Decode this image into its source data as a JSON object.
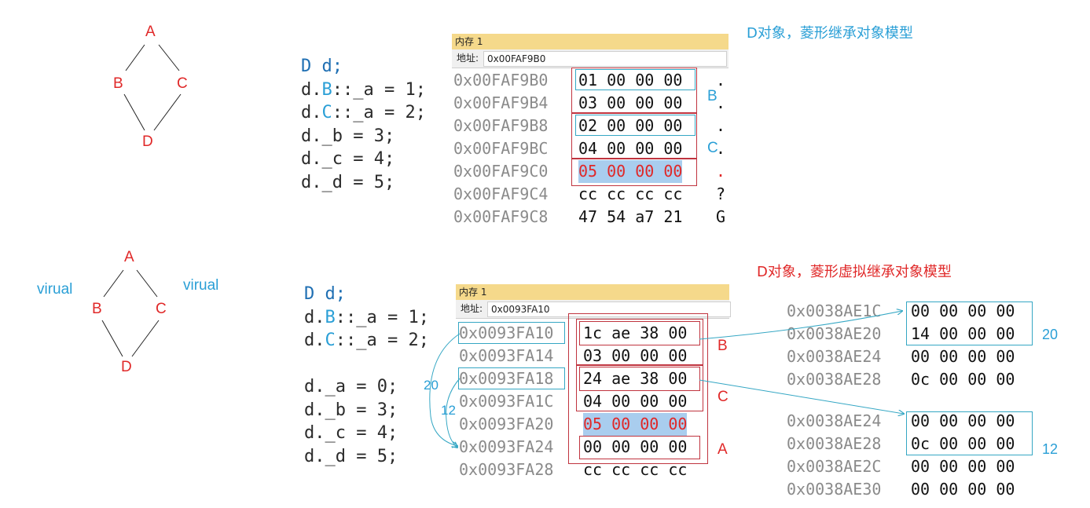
{
  "diagram_top": {
    "a": "A",
    "b": "B",
    "c": "C",
    "d": "D"
  },
  "diagram_bottom": {
    "a": "A",
    "b": "B",
    "c": "C",
    "d": "D",
    "virtual_left": "virual",
    "virtual_right": "virual"
  },
  "code_top": [
    {
      "pre": "D d;",
      "cls": ""
    },
    {
      "pre": "d.",
      "cls": "B",
      "post": "::_a = 1;"
    },
    {
      "pre": "d.",
      "cls": "C",
      "post": "::_a = 2;"
    },
    {
      "pre": "d._b = 3;",
      "cls": ""
    },
    {
      "pre": "d._c = 4;",
      "cls": ""
    },
    {
      "pre": "d._d = 5;",
      "cls": ""
    }
  ],
  "code_bottom": {
    "l1": "D d;",
    "l2_pre": "d.",
    "l2_cls": "B",
    "l2_post": "::_a = 1;",
    "l3_pre": "d.",
    "l3_cls": "C",
    "l3_post": "::_a = 2;",
    "l4": "d._a = 0;",
    "l5": "d._b = 3;",
    "l6": "d._c = 4;",
    "l7": "d._d = 5;"
  },
  "heading_top": "D对象，菱形继承对象模型",
  "heading_bottom": "D对象，菱形虚拟继承对象模型",
  "mem_top": {
    "title": "内存 1",
    "addr_label": "地址:",
    "addr_value": "0x00FAF9B0",
    "rows": [
      {
        "addr": "0x00FAF9B0",
        "bytes": "01 00 00 00",
        "ch": "."
      },
      {
        "addr": "0x00FAF9B4",
        "bytes": "03 00 00 00",
        "ch": "."
      },
      {
        "addr": "0x00FAF9B8",
        "bytes": "02 00 00 00",
        "ch": "."
      },
      {
        "addr": "0x00FAF9BC",
        "bytes": "04 00 00 00",
        "ch": "."
      },
      {
        "addr": "0x00FAF9C0",
        "bytes": "05 00 00 00",
        "ch": "."
      },
      {
        "addr": "0x00FAF9C4",
        "bytes": "cc cc cc cc",
        "ch": "?"
      },
      {
        "addr": "0x00FAF9C8",
        "bytes": "47 54 a7 21",
        "ch": "G"
      }
    ],
    "label_b": "B",
    "label_c": "C"
  },
  "mem_bottom": {
    "title": "内存 1",
    "addr_label": "地址:",
    "addr_value": "0x0093FA10",
    "rows": [
      {
        "addr": "0x0093FA10",
        "bytes": "1c ae 38 00"
      },
      {
        "addr": "0x0093FA14",
        "bytes": "03 00 00 00"
      },
      {
        "addr": "0x0093FA18",
        "bytes": "24 ae 38 00"
      },
      {
        "addr": "0x0093FA1C",
        "bytes": "04 00 00 00"
      },
      {
        "addr": "0x0093FA20",
        "bytes": "05 00 00 00"
      },
      {
        "addr": "0x0093FA24",
        "bytes": "00 00 00 00"
      },
      {
        "addr": "0x0093FA28",
        "bytes": "cc cc cc cc"
      }
    ],
    "label_b": "B",
    "label_c": "C",
    "label_a": "A",
    "offset_20": "20",
    "offset_12": "12"
  },
  "vtable_b": {
    "rows": [
      {
        "addr": "0x0038AE1C",
        "bytes": "00 00 00 00"
      },
      {
        "addr": "0x0038AE20",
        "bytes": "14 00 00 00"
      },
      {
        "addr": "0x0038AE24",
        "bytes": "00 00 00 00"
      },
      {
        "addr": "0x0038AE28",
        "bytes": "0c 00 00 00"
      }
    ],
    "offset": "20"
  },
  "vtable_c": {
    "rows": [
      {
        "addr": "0x0038AE24",
        "bytes": "00 00 00 00"
      },
      {
        "addr": "0x0038AE28",
        "bytes": "0c 00 00 00"
      },
      {
        "addr": "0x0038AE2C",
        "bytes": "00 00 00 00"
      },
      {
        "addr": "0x0038AE30",
        "bytes": "00 00 00 00"
      }
    ],
    "offset": "12"
  },
  "colors": {
    "red": "#e02828",
    "blue": "#2a9fd6",
    "box_red": "#c0343f",
    "box_blue": "#35a7c4",
    "highlight": "#a9cdee"
  }
}
